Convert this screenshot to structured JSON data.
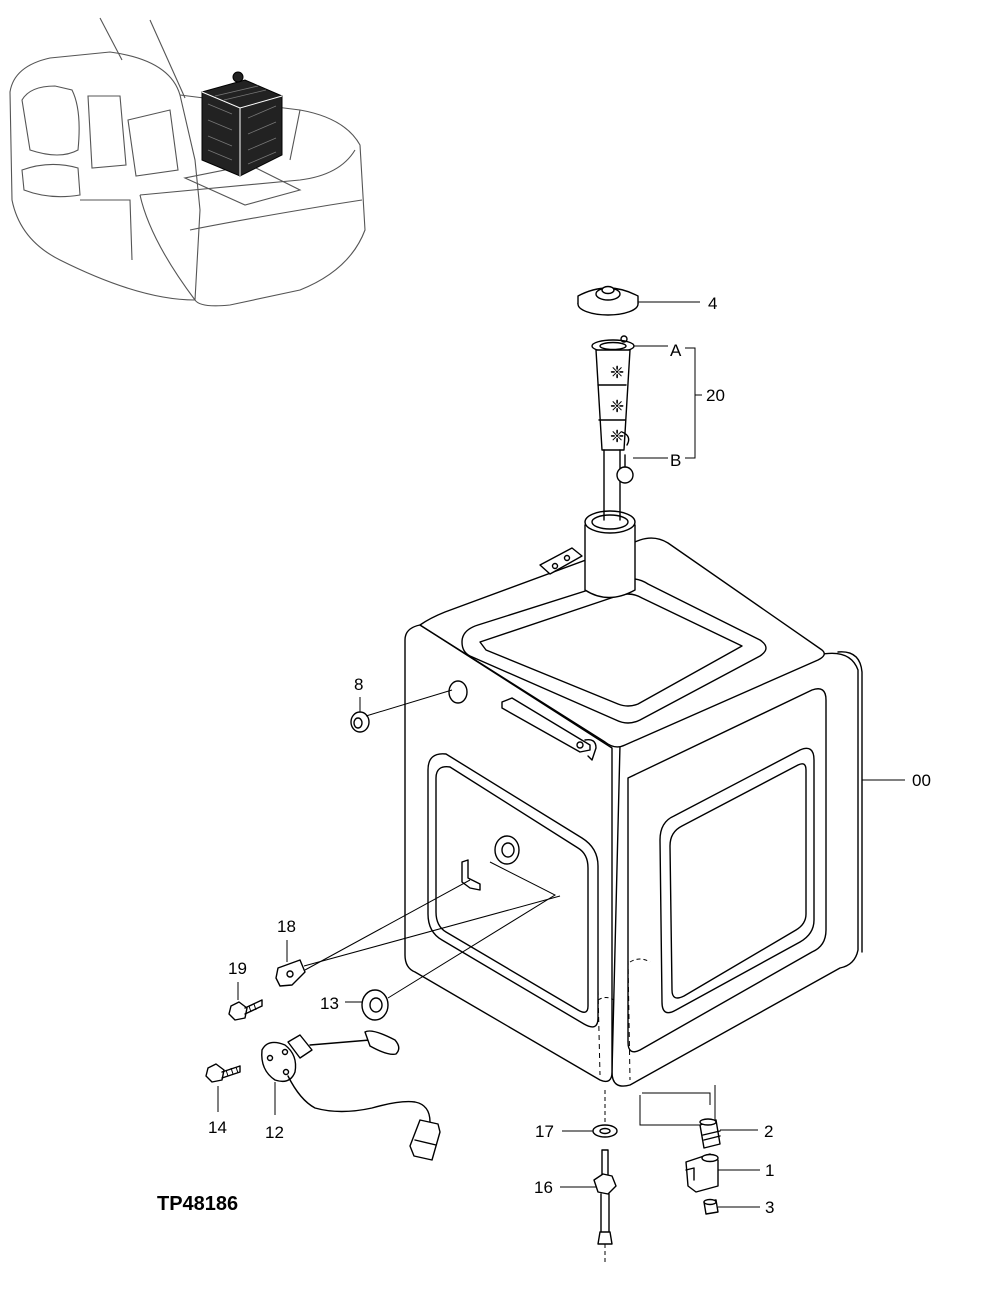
{
  "figure_ref": "TP48186",
  "callouts": {
    "c4": "4",
    "cA": "A",
    "c20": "20",
    "cB": "B",
    "c8": "8",
    "c00": "00",
    "c18": "18",
    "c19": "19",
    "c13": "13",
    "c14": "14",
    "c12": "12",
    "c17": "17",
    "c16": "16",
    "c2": "2",
    "c1": "1",
    "c3": "3"
  }
}
